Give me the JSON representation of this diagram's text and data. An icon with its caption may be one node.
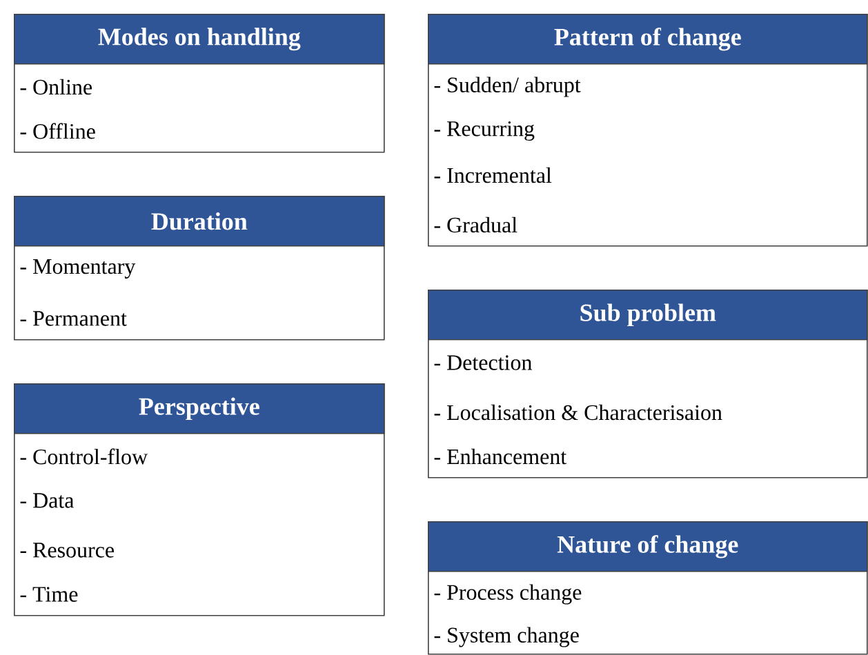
{
  "diagram": {
    "nodes": [
      {
        "text": [
          "Modes on handling",
          "- Online",
          "- Offline"
        ]
      },
      {
        "text": [
          "Duration",
          "- Momentary",
          "- Permanent"
        ]
      },
      {
        "text": [
          "Perspective",
          "- Control-flow",
          "- Data",
          "- Resource",
          "- Time"
        ]
      },
      {
        "text": [
          "Pattern of change",
          "- Sudden/ abrupt",
          "- Recurring",
          "- Incremental",
          "- Gradual"
        ]
      },
      {
        "text": [
          "Sub problem",
          "- Detection",
          "- Localisation & Characterisaion",
          "- Enhancement"
        ]
      },
      {
        "text": [
          "Nature of change",
          "- Process change",
          "- System change"
        ]
      }
    ]
  }
}
